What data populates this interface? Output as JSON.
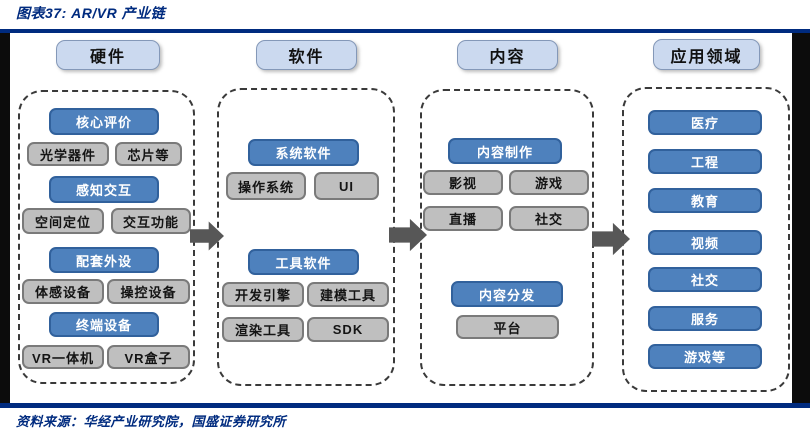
{
  "title": "图表37: AR/VR 产业链",
  "source_note": "资料来源：华经产业研究院，国盛证券研究所",
  "colors": {
    "navy_accent": "#002B7F",
    "category_box": "#4E81BD",
    "category_box_border": "#31619C",
    "item_box": "#BFBFBF",
    "item_box_border": "#7A7A7A",
    "header_box": "#CBD9EF",
    "arrow": "#575757"
  },
  "columns": [
    {
      "header": "硬件",
      "items": [
        {
          "label": "核心评价",
          "type": "category"
        },
        {
          "label": "光学器件",
          "type": "item"
        },
        {
          "label": "芯片等",
          "type": "item"
        },
        {
          "label": "感知交互",
          "type": "category"
        },
        {
          "label": "空间定位",
          "type": "item"
        },
        {
          "label": "交互功能",
          "type": "item"
        },
        {
          "label": "配套外设",
          "type": "category"
        },
        {
          "label": "体感设备",
          "type": "item"
        },
        {
          "label": "操控设备",
          "type": "item"
        },
        {
          "label": "终端设备",
          "type": "category"
        },
        {
          "label": "VR一体机",
          "type": "item"
        },
        {
          "label": "VR盒子",
          "type": "item"
        }
      ]
    },
    {
      "header": "软件",
      "items": [
        {
          "label": "系统软件",
          "type": "category"
        },
        {
          "label": "操作系统",
          "type": "item"
        },
        {
          "label": "UI",
          "type": "item"
        },
        {
          "label": "工具软件",
          "type": "category"
        },
        {
          "label": "开发引擎",
          "type": "item"
        },
        {
          "label": "建模工具",
          "type": "item"
        },
        {
          "label": "渲染工具",
          "type": "item"
        },
        {
          "label": "SDK",
          "type": "item"
        }
      ]
    },
    {
      "header": "内容",
      "items": [
        {
          "label": "内容制作",
          "type": "category"
        },
        {
          "label": "影视",
          "type": "item"
        },
        {
          "label": "游戏",
          "type": "item"
        },
        {
          "label": "直播",
          "type": "item"
        },
        {
          "label": "社交",
          "type": "item"
        },
        {
          "label": "内容分发",
          "type": "category"
        },
        {
          "label": "平台",
          "type": "item"
        }
      ]
    },
    {
      "header": "应用领域",
      "items": [
        {
          "label": "医疗",
          "type": "category"
        },
        {
          "label": "工程",
          "type": "category"
        },
        {
          "label": "教育",
          "type": "category"
        },
        {
          "label": "视频",
          "type": "category"
        },
        {
          "label": "社交",
          "type": "category"
        },
        {
          "label": "服务",
          "type": "category"
        },
        {
          "label": "游戏等",
          "type": "category"
        }
      ]
    }
  ]
}
